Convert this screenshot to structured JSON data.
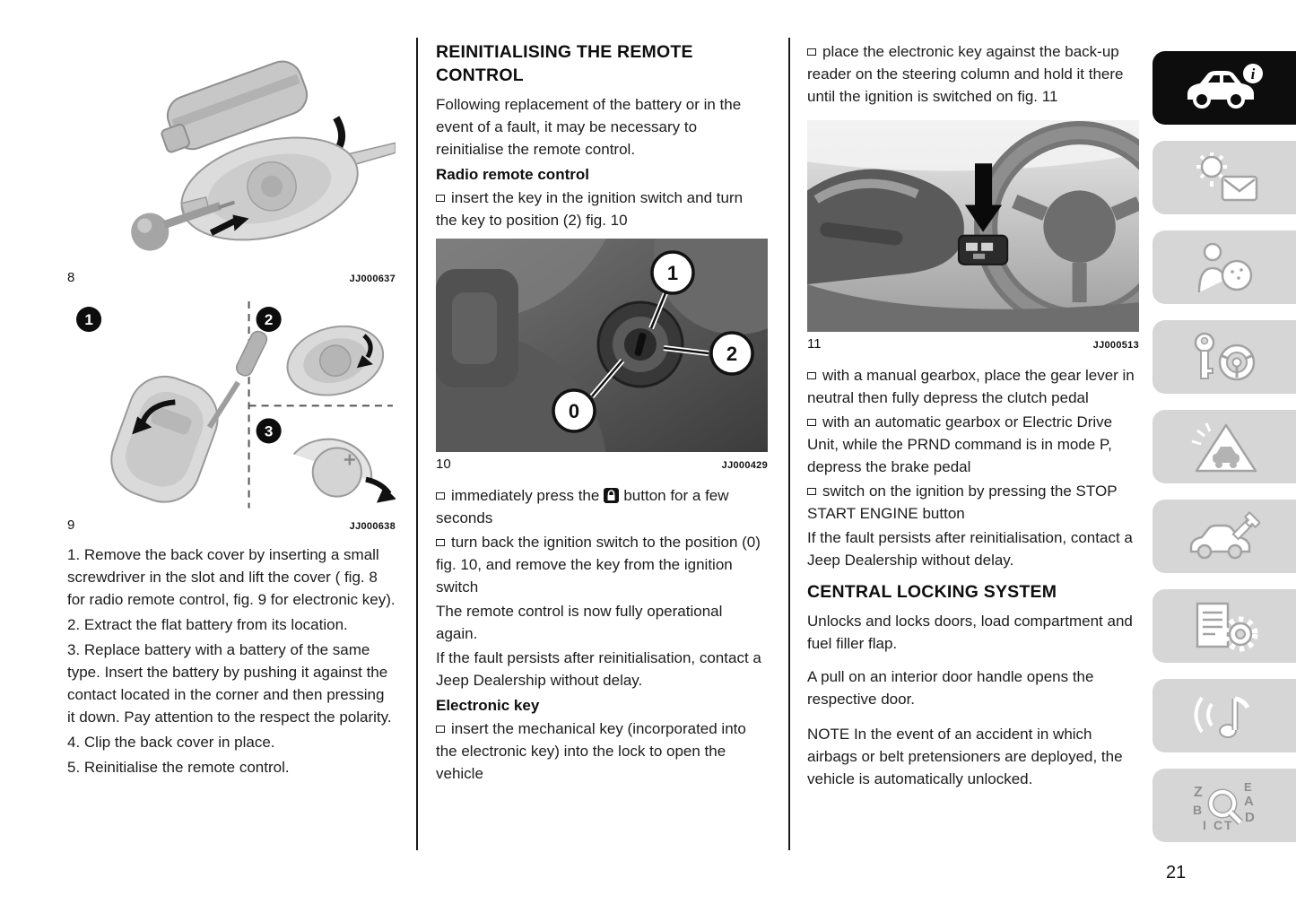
{
  "page": {
    "number": "21"
  },
  "figures": {
    "fig8": {
      "number": "8",
      "code": "JJ000637"
    },
    "fig9": {
      "number": "9",
      "code": "JJ000638",
      "callouts": [
        "1",
        "2",
        "3"
      ]
    },
    "fig10": {
      "number": "10",
      "code": "JJ000429",
      "callouts": [
        "1",
        "2",
        "0"
      ]
    },
    "fig11": {
      "number": "11",
      "code": "JJ000513"
    }
  },
  "left_column": {
    "steps": [
      "1. Remove the back cover by inserting a small screwdriver in the slot and lift the cover ( fig. 8 for radio remote control, fig. 9 for electronic key).",
      "2. Extract the flat battery from its location.",
      "3. Replace battery with a battery of the same type. Insert the battery by pushing it against the contact located in the corner and then pressing it down. Pay attention to the respect the polarity.",
      "4. Clip the back cover in place.",
      "5. Reinitialise the remote control."
    ]
  },
  "middle_column": {
    "heading": "REINITIALISING THE REMOTE CONTROL",
    "intro": "Following replacement of the battery or in the event of a fault, it may be necessary to reinitialise the remote control.",
    "radio_heading": "Radio remote control",
    "bullet_insert_key": "insert the key in the ignition switch and turn the key to position (2) fig. 10",
    "bullet_press_before": "immediately press the",
    "bullet_press_after": "button for a few seconds",
    "bullet_turn_back": "turn back the ignition switch to the position (0) fig. 10, and remove the key from the ignition switch",
    "operational": "The remote control is now fully operational again.",
    "fault": "If the fault persists after reinitialisation, contact a Jeep Dealership without delay.",
    "electronic_heading": "Electronic key",
    "bullet_mechanical_key": "insert the mechanical key (incorporated into the electronic key) into the lock to open the vehicle"
  },
  "right_column": {
    "bullet_place_key": "place the electronic key against the back-up reader on the steering column and hold it there until the ignition is switched on fig. 11",
    "bullet_manual_gearbox": "with a manual gearbox, place the gear lever in neutral then fully depress the clutch pedal",
    "bullet_auto_gearbox": "with an automatic gearbox or Electric Drive Unit, while the PRND command is in mode P, depress the brake pedal",
    "bullet_ignition": "switch on the ignition by pressing the STOP START ENGINE button",
    "fault": "If the fault persists after reinitialisation, contact a Jeep Dealership without delay.",
    "central_locking_heading": "CENTRAL LOCKING SYSTEM",
    "central_para1": "Unlocks and locks doors, load compartment and fuel filler flap.",
    "central_para2": "A pull on an interior door handle opens the respective door.",
    "note": "NOTE In the event of an accident in which airbags or belt pretensioners are deployed, the vehicle is automatically unlocked."
  },
  "sidebar": {
    "info_letter": "i",
    "index_letters": [
      "Z",
      "E",
      "A",
      "B",
      "C",
      "D",
      "I",
      "T"
    ],
    "tabs": [
      {
        "name": "knowing-your-vehicle",
        "active": true
      },
      {
        "name": "dashboard-and-warning-lights",
        "active": false
      },
      {
        "name": "safety",
        "active": false
      },
      {
        "name": "starting-and-driving",
        "active": false
      },
      {
        "name": "in-an-emergency",
        "active": false
      },
      {
        "name": "servicing-and-care",
        "active": false
      },
      {
        "name": "technical-specifications",
        "active": false
      },
      {
        "name": "multimedia",
        "active": false
      },
      {
        "name": "index",
        "active": false
      }
    ]
  }
}
